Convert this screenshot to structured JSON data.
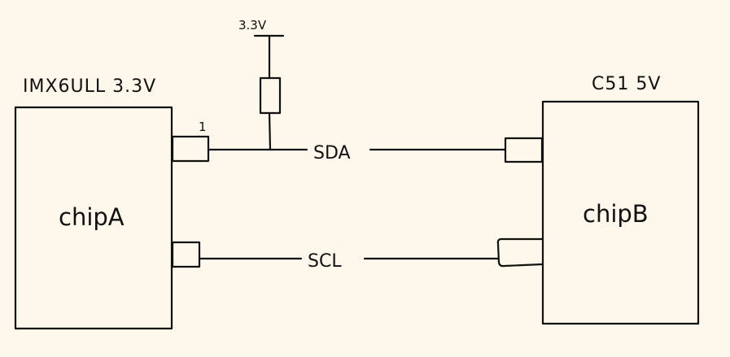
{
  "colors": {
    "background": "#fdf8eb",
    "ink": "#111111"
  },
  "chip_a": {
    "label": "chipA",
    "title": "IMX6ULL 3.3V",
    "pin_number": "1"
  },
  "chip_b": {
    "label": "chipB",
    "title": "C51 5V"
  },
  "pullup": {
    "voltage": "3.3V"
  },
  "signals": {
    "sda": "SDA",
    "scl": "SCL"
  },
  "icons": [
    "chip-a-box",
    "chip-b-box",
    "pullup-resistor",
    "vcc-rail"
  ]
}
